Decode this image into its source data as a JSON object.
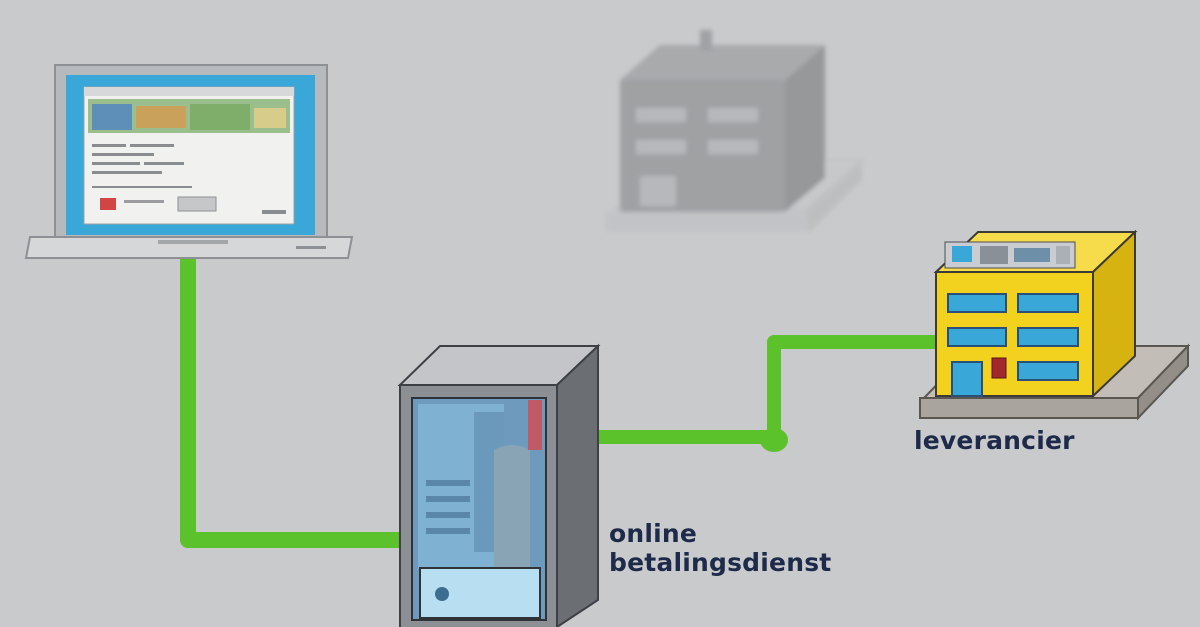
{
  "diagram": {
    "nodes": {
      "customer_laptop": {
        "icon": "laptop-icon"
      },
      "bank_building": {
        "icon": "building-icon",
        "state": "faded"
      },
      "payment_service": {
        "icon": "server-cabinet-icon",
        "label_lines": [
          "online",
          "betalingsdienst"
        ]
      },
      "supplier": {
        "icon": "shop-building-icon",
        "label": "leverancier"
      }
    },
    "connections": [
      {
        "from": "customer_laptop",
        "to": "payment_service"
      },
      {
        "from": "payment_service",
        "to": "supplier"
      }
    ]
  },
  "colors": {
    "background": "#c9cacc",
    "connection": "#5bc22c",
    "label_text": "#1e2a4a",
    "supplier_building": "#f2d11f",
    "screen_blue": "#3aa7d9",
    "server_body": "#8c8f93"
  }
}
